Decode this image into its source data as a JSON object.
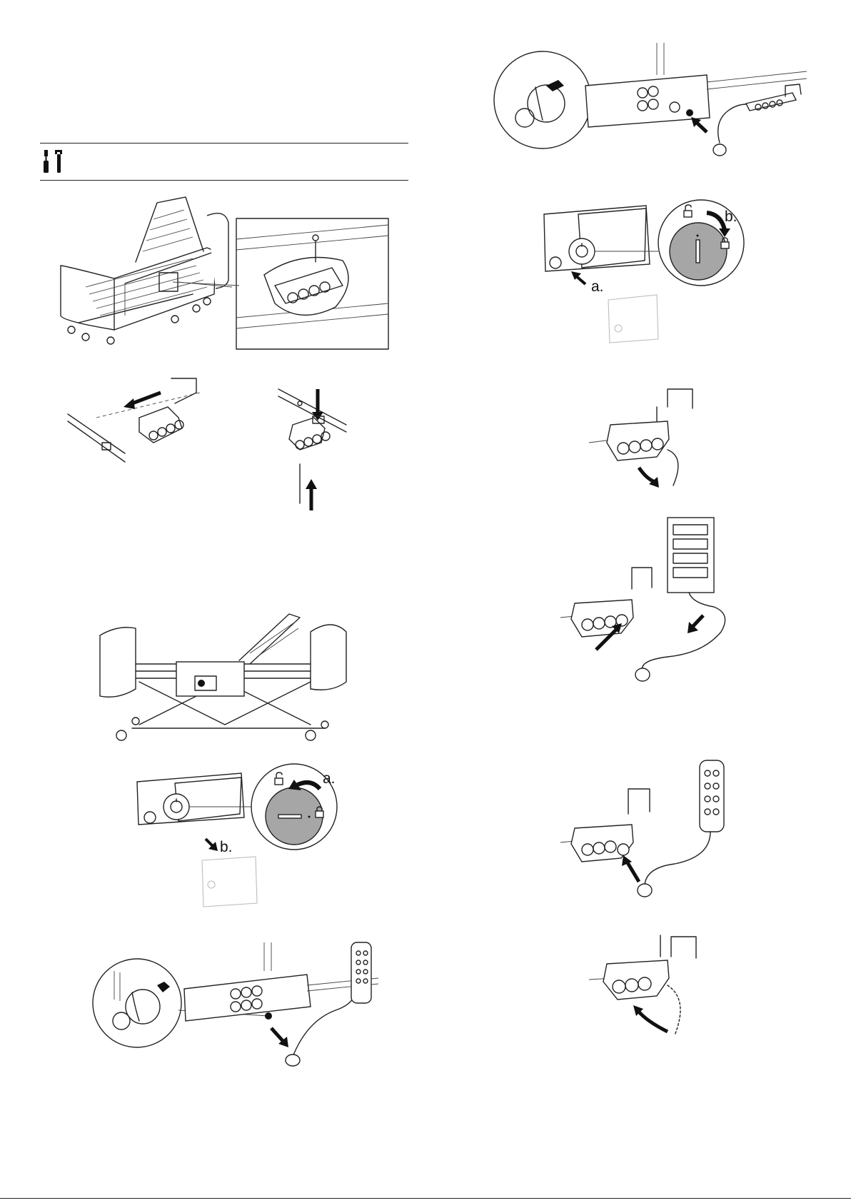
{
  "header": {
    "tool_icon": "screwdriver-wrench-icon"
  },
  "labels": {
    "control_remove_a": "a.",
    "control_remove_b": "b.",
    "control_fit_a": "a.",
    "control_fit_b": "b."
  },
  "icons": {
    "lock_open": "unlock-icon",
    "lock_closed": "lock-icon",
    "arrow": "arrow-icon"
  },
  "colors": {
    "line": "#222222",
    "key_disc": "#a6a6a6",
    "faint": "#bdbdbd"
  }
}
